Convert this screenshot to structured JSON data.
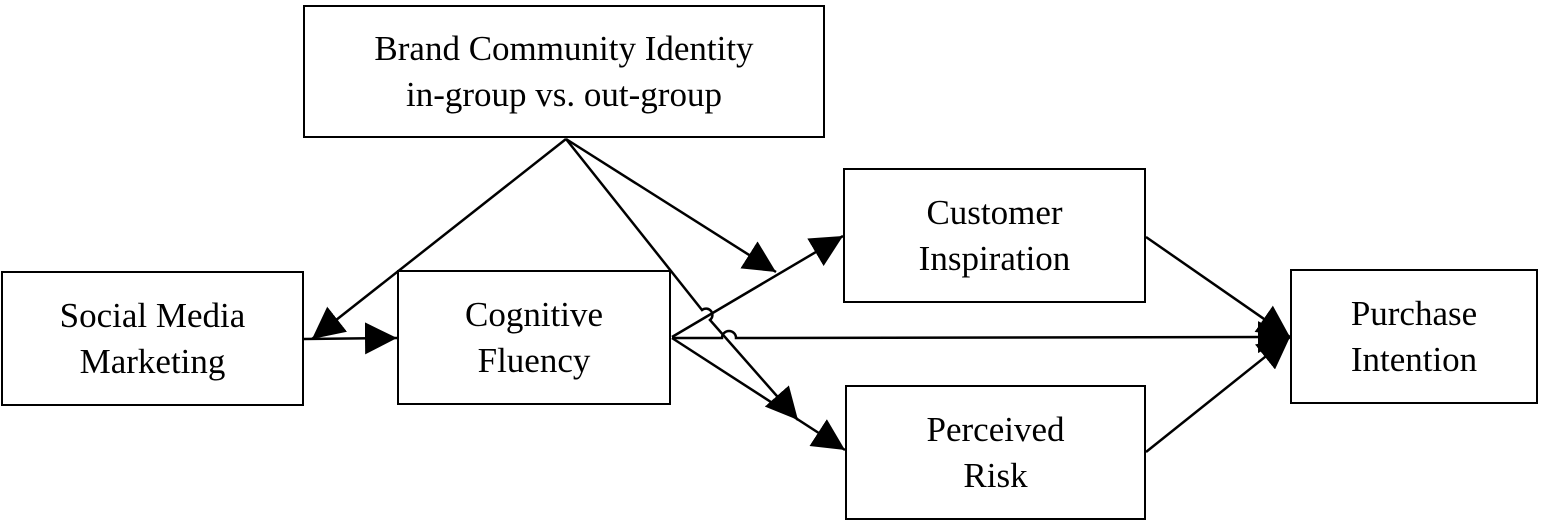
{
  "nodes": {
    "brand_community_identity": {
      "line1": "Brand Community Identity",
      "line2": "in-group vs. out-group"
    },
    "social_media_marketing": {
      "line1": "Social Media",
      "line2": "Marketing"
    },
    "cognitive_fluency": {
      "line1": "Cognitive",
      "line2": "Fluency"
    },
    "customer_inspiration": {
      "line1": "Customer",
      "line2": "Inspiration"
    },
    "perceived_risk": {
      "line1": "Perceived",
      "line2": "Risk"
    },
    "purchase_intention": {
      "line1": "Purchase",
      "line2": "Intention"
    }
  },
  "edges": [
    {
      "from": "brand_community_identity",
      "to": "social_media_marketing",
      "type": "moderation"
    },
    {
      "from": "brand_community_identity",
      "to": "path:cognitive_fluency->customer_inspiration",
      "type": "moderation"
    },
    {
      "from": "brand_community_identity",
      "to": "path:cognitive_fluency->perceived_risk",
      "type": "moderation"
    },
    {
      "from": "social_media_marketing",
      "to": "cognitive_fluency",
      "type": "direct"
    },
    {
      "from": "cognitive_fluency",
      "to": "customer_inspiration",
      "type": "direct"
    },
    {
      "from": "cognitive_fluency",
      "to": "purchase_intention",
      "type": "direct"
    },
    {
      "from": "cognitive_fluency",
      "to": "perceived_risk",
      "type": "direct"
    },
    {
      "from": "customer_inspiration",
      "to": "purchase_intention",
      "type": "direct"
    },
    {
      "from": "perceived_risk",
      "to": "purchase_intention",
      "type": "direct"
    }
  ],
  "colors": {
    "stroke": "#000000",
    "background": "#ffffff"
  }
}
